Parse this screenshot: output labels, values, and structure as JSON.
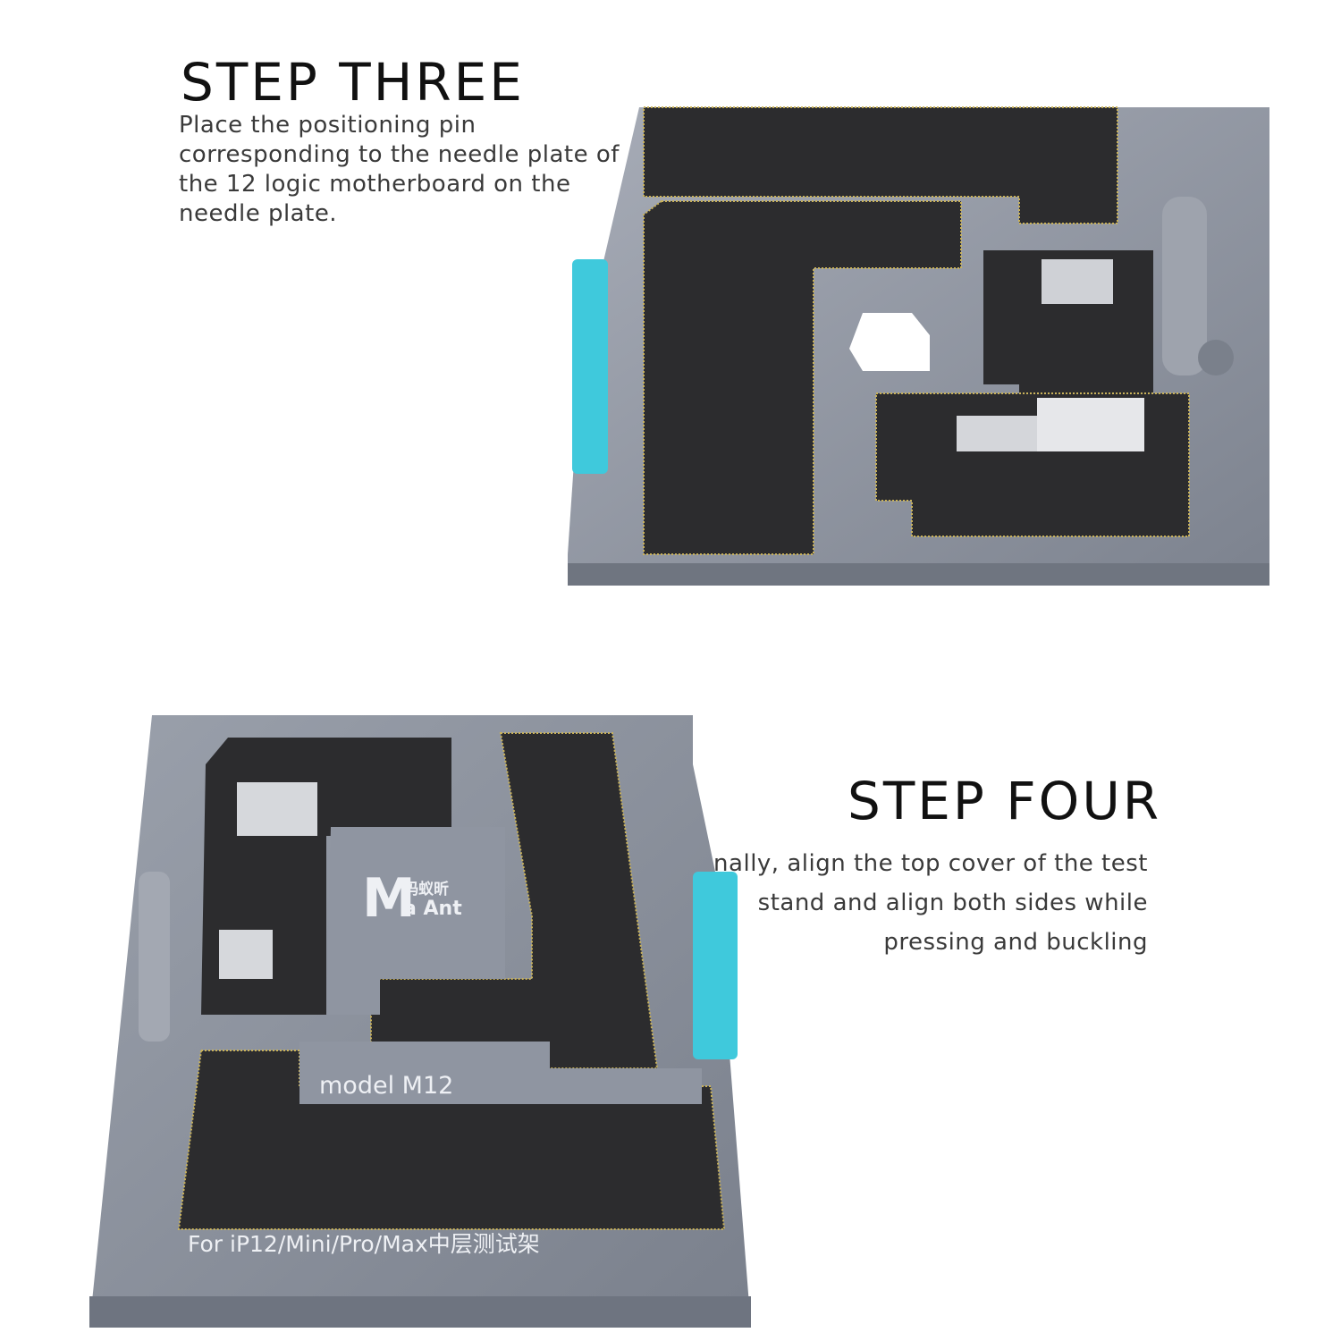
{
  "step_three": {
    "title": "STEP THREE",
    "description": "Place the positioning pin corresponding to the needle plate of the 12 logic motherboard on the needle plate."
  },
  "step_four": {
    "title": "STEP FOUR",
    "description": "Finally, align the top cover of the test stand and align both sides while pressing and buckling"
  },
  "fixture_bottom": {
    "logo_cn": "蚂蚁昕",
    "logo_en": "MaAnt",
    "model_label": "model M12",
    "product_label": "For iP12/Mini/Pro/Max中层测试架"
  },
  "colors": {
    "metal": "#8a909c",
    "board": "#2c2c2e",
    "clip": "#3fc9dc",
    "trace": "#c9b25a"
  }
}
